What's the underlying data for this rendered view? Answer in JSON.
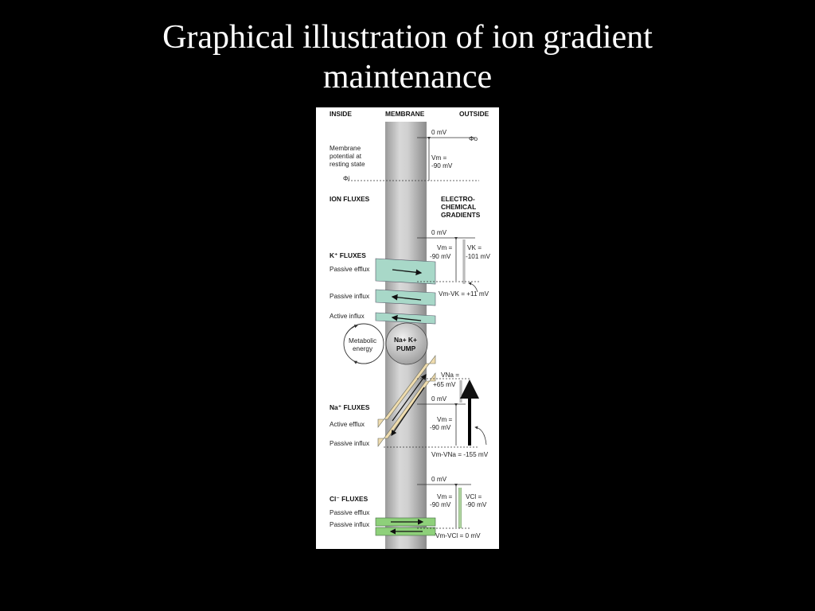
{
  "slide": {
    "title_line1": "Graphical illustration of ion gradient",
    "title_line2": "maintenance"
  },
  "diagram": {
    "headers": {
      "inside": "INSIDE",
      "membrane": "MEMBRANE",
      "outside": "OUTSIDE"
    },
    "resting": {
      "zero_mv": "0 mV",
      "phi_o": "Φo",
      "phi_i": "Φi",
      "membrane_potential": [
        "Membrane",
        "potential at",
        "resting state"
      ],
      "vm": [
        "Vm =",
        "-90 mV"
      ]
    },
    "section_titles": {
      "ion_fluxes": "ION FLUXES",
      "gradients": [
        "ELECTRO-",
        "CHEMICAL",
        "GRADIENTS"
      ]
    },
    "potassium": {
      "title": "K⁺ FLUXES",
      "passive_efflux": "Passive efflux",
      "passive_influx": "Passive influx",
      "active_influx": "Active influx",
      "zero_mv": "0 mV",
      "vm": [
        "Vm =",
        "-90 mV"
      ],
      "vk": [
        "VK =",
        "-101 mV"
      ],
      "difference": "Vm-VK = +11 mV",
      "color": "#a8d8c8"
    },
    "pump": {
      "metabolic": [
        "Metabolic",
        "energy"
      ],
      "pump": [
        "Na+ K+",
        "PUMP"
      ]
    },
    "sodium": {
      "title": "Na⁺ FLUXES",
      "active_efflux": "Active efflux",
      "passive_influx": "Passive influx",
      "vna": [
        "VNa =",
        "+65 mV"
      ],
      "zero_mv": "0 mV",
      "vm": [
        "Vm =",
        "-90 mV"
      ],
      "difference": "Vm-VNa = -155 mV",
      "color": "#efdcae"
    },
    "chloride": {
      "title": "Cl⁻ FLUXES",
      "passive_efflux": "Passive efflux",
      "passive_influx": "Passive influx",
      "zero_mv": "0 mV",
      "vm": [
        "Vm =",
        "-90 mV"
      ],
      "vcl": [
        "VCl =",
        "-90 mV"
      ],
      "difference": "Vm-VCl = 0 mV",
      "color": "#8ed07a"
    }
  }
}
